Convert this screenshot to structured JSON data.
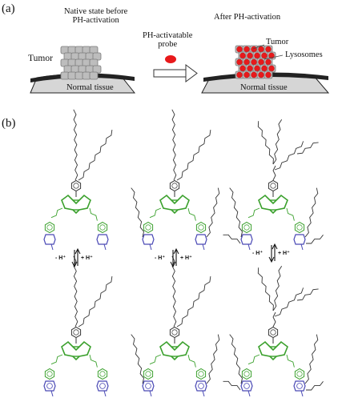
{
  "panels": {
    "a": "(a)",
    "b": "(b)"
  },
  "scheme": {
    "left_state": "Native state before\nPH-activation",
    "tumor_left": "Tumor",
    "normal_left": "Normal tissue",
    "probe": "PH-activatable\nprobe",
    "right_state": "After PH-activation",
    "tumor_right": "Tumor",
    "lysosomes": "Lysosomes",
    "normal_right": "Normal tissue"
  },
  "equilibrium": {
    "minus": "- H⁺",
    "plus": "+ H⁺"
  },
  "colors": {
    "tissue": "#262626",
    "cell_fill": "#bdbdbd",
    "cell_edge": "#7a7a7a",
    "probe": "#e8191b",
    "lysosome_edge": "#c71a1a",
    "core_green": "#3aa02c",
    "piperazine_blue": "#4a49b5",
    "chain": "#333333"
  }
}
